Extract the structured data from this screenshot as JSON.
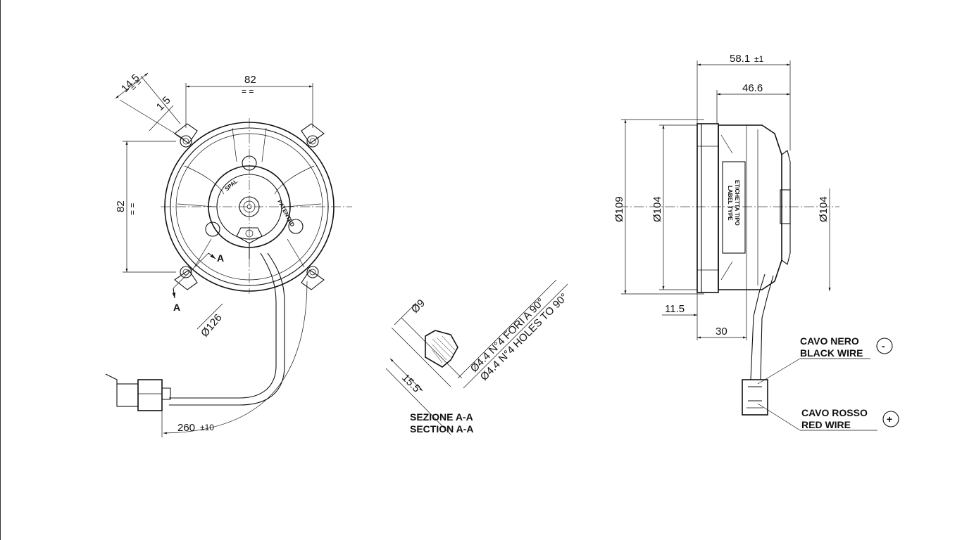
{
  "front_view": {
    "dim_top_width": "82",
    "dim_left_height": "82",
    "dim_ear_offset": "14.5",
    "dim_ear_step": "1.5",
    "dim_diameter": "Ø126",
    "section_mark_upper": "A",
    "section_mark_lower": "A",
    "cable_length": "260",
    "cable_length_tol": "±10",
    "hub_brand": "SPAL",
    "hub_patented": "PATENTED"
  },
  "section_view": {
    "dim_bore": "Ø9",
    "dim_depth": "15.5",
    "holes_it": "Ø4.4 N°4 FORI A 90°",
    "holes_en": "Ø4.4 N°4 HOLES TO 90°",
    "title_it": "SEZIONE A-A",
    "title_en": "SECTION A-A"
  },
  "side_view": {
    "dim_total_depth": "58.1",
    "dim_total_depth_tol": "±1",
    "dim_motor_depth": "46.6",
    "dim_outer_dia": "Ø109",
    "dim_inner_dia": "Ø104",
    "dim_back_dia": "Ø104",
    "dim_flange": "11.5",
    "dim_cable_exit": "30",
    "label_it": "ETICHETTA TIPO",
    "label_en": "LABEL TYPE"
  },
  "wires": {
    "black_it": "CAVO NERO",
    "black_en": "BLACK WIRE",
    "black_symbol": "-",
    "red_it": "CAVO ROSSO",
    "red_en": "RED WIRE",
    "red_symbol": "+"
  }
}
